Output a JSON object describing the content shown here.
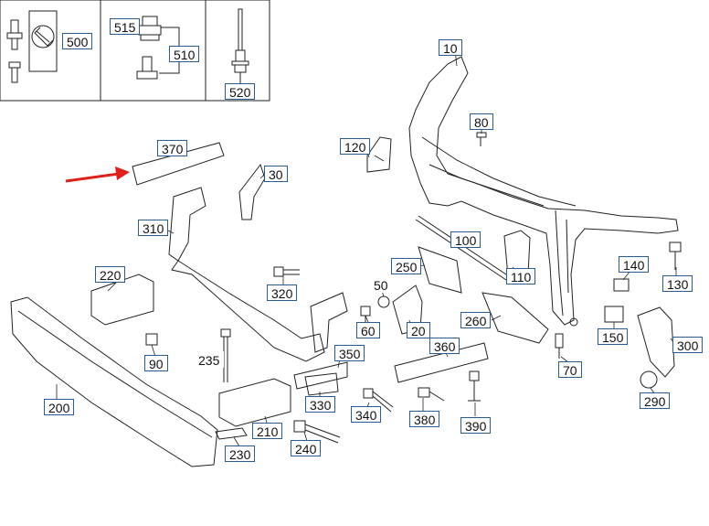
{
  "diagram": {
    "colors": {
      "line": "#222222",
      "label_border": "#2a5d8f",
      "arrow": "#e0201a"
    },
    "callouts": [
      "500",
      "515",
      "510",
      "520",
      "10",
      "80",
      "120",
      "370",
      "30",
      "310",
      "100",
      "110",
      "140",
      "130",
      "220",
      "320",
      "250",
      "50",
      "60",
      "20",
      "260",
      "150",
      "90",
      "235",
      "350",
      "360",
      "300",
      "70",
      "200",
      "330",
      "340",
      "380",
      "390",
      "290",
      "210",
      "240",
      "230"
    ]
  }
}
